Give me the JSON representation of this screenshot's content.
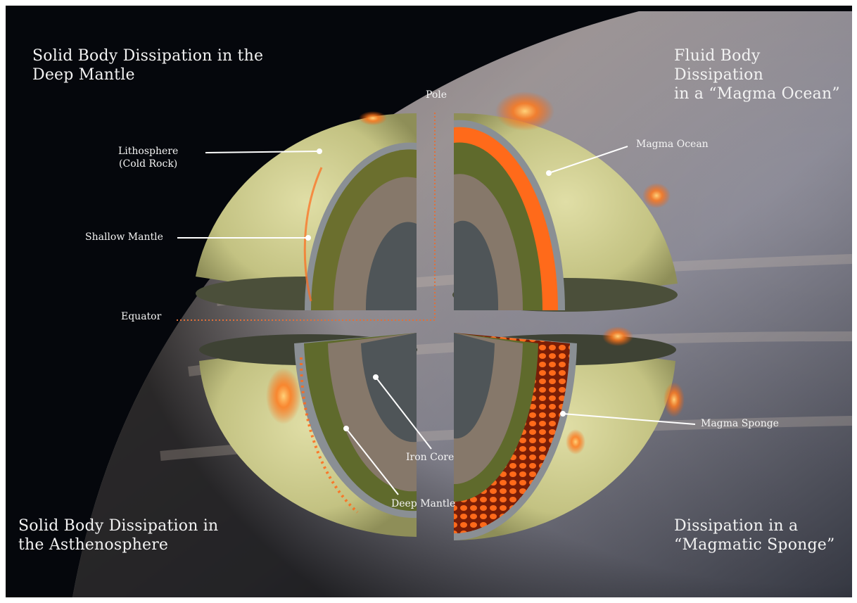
{
  "quadrant_titles": {
    "top_left": "Solid Body Dissipation in the\nDeep Mantle",
    "top_right": "Fluid Body Dissipation\nin a “Magma Ocean”",
    "bottom_left": "Solid Body Dissipation in\nthe Asthenosphere",
    "bottom_right": "Dissipation in a\n“Magmatic Sponge”"
  },
  "axis_labels": {
    "pole": "Pole",
    "equator": "Equator"
  },
  "layer_labels": {
    "lithosphere": "Lithosphere\n(Cold Rock)",
    "shallow_mantle": "Shallow Mantle",
    "magma_ocean": "Magma Ocean",
    "magma_sponge": "Magma Sponge",
    "iron_core": "Iron Core",
    "deep_mantle": "Deep Mantle"
  },
  "colors": {
    "background": "#05070c",
    "surface": "#c9c98a",
    "crust": "#8a8f94",
    "mantle": "#5f6a2c",
    "deep_mantle": "#86786a",
    "core": "#4f5558",
    "magma": "#ff6a1a",
    "axis_line": "#e0703a"
  }
}
